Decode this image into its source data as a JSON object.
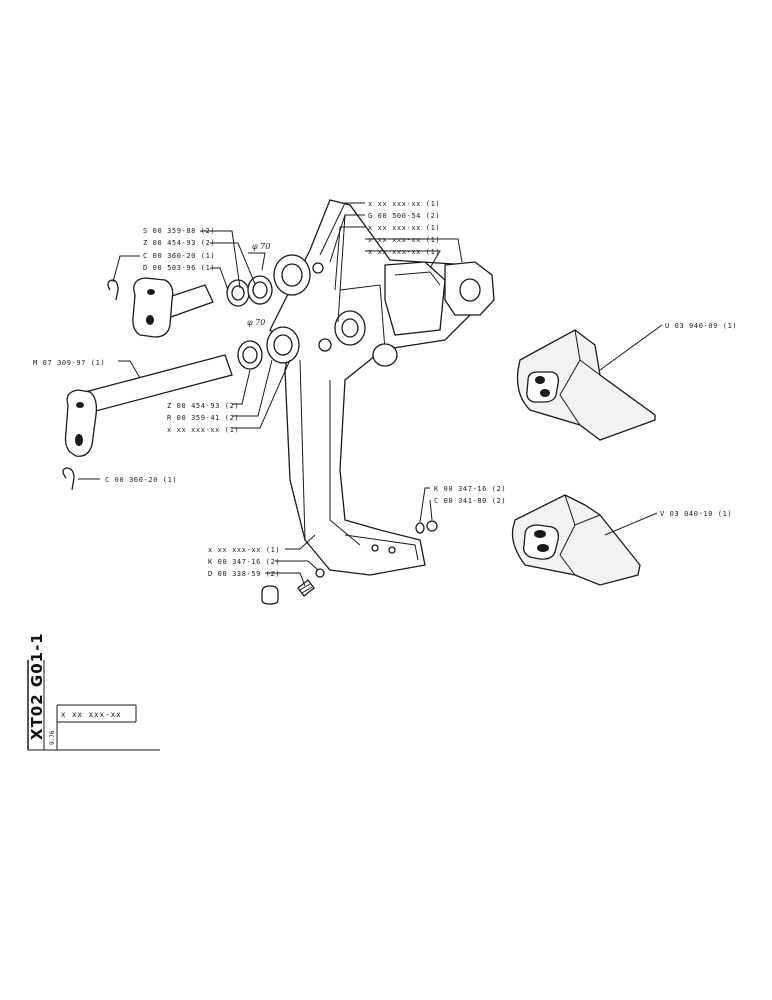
{
  "callouts": {
    "s00359": "S 00 359-88 (2)",
    "z00454a": "Z 00 454-93 (2)",
    "c00360a": "C 00 360-20 (1)",
    "d00503": "D 00 503-96 (1)",
    "dia1": "φ 70",
    "dia2": "φ 70",
    "m07309": "M 07 309-97 (1)",
    "z00454b": "Z 00 454-93 (2)",
    "r00359": "R 00 359-41 (2)",
    "xx1": "x xx xxx-xx (1)",
    "c00360b": "C 00 360-20 (1)",
    "t_xx1": "x xx xxx-xx (1)",
    "g00500": "G 00 500-54 (2)",
    "t_xx2": "x xx xxx-xx (1)",
    "t_xx3": "x xx xxx-xx (1)",
    "t_xx4": "x xx xxx-xx (1)",
    "u03040": "U 03 040-09 (1)",
    "v03040": "V 03 040-10 (1)",
    "k00347a": "K 00 347-16 (2)",
    "c00341": "C 00 341-80 (2)",
    "xx_lower": "x xx xxx-xx (1)",
    "k00347b": "K 00 347-16 (2)",
    "d00338": "D 00 338-59 (2)"
  },
  "title_block": {
    "drawing_code": "XT02 G01-1",
    "date": "9.76",
    "part_number": "x xx xxx-xx"
  }
}
